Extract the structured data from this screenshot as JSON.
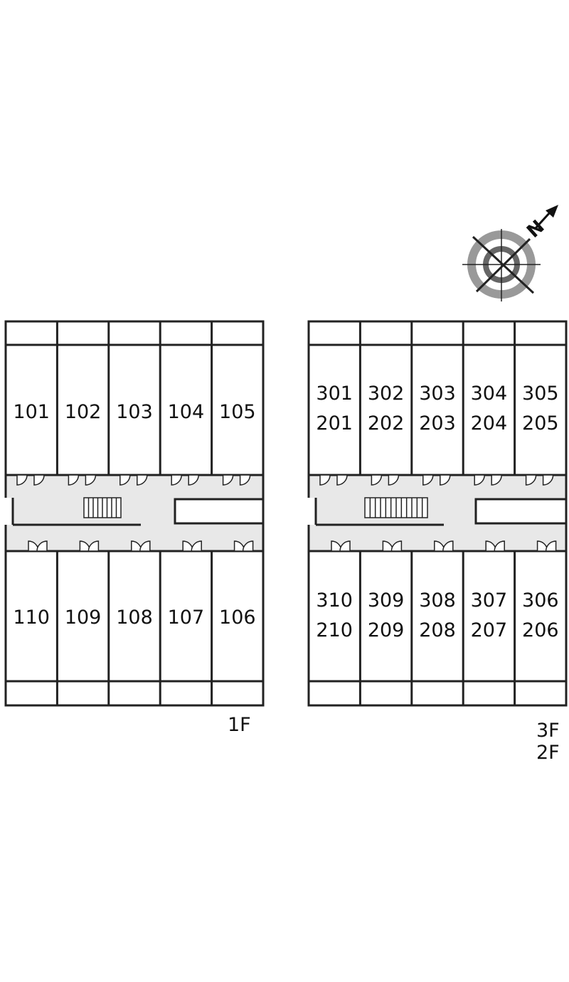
{
  "buildings": [
    {
      "id": "left",
      "floor_label": "1F",
      "top_rooms": [
        "101",
        "102",
        "103",
        "104",
        "105"
      ],
      "bottom_rooms": [
        "110",
        "109",
        "108",
        "107",
        "106"
      ]
    },
    {
      "id": "right",
      "floor_label_upper": "3F",
      "floor_label_lower": "2F",
      "top_rooms": [
        [
          "301",
          "201"
        ],
        [
          "302",
          "202"
        ],
        [
          "303",
          "203"
        ],
        [
          "304",
          "204"
        ],
        [
          "305",
          "205"
        ]
      ],
      "bottom_rooms": [
        [
          "310",
          "210"
        ],
        [
          "309",
          "209"
        ],
        [
          "308",
          "208"
        ],
        [
          "307",
          "207"
        ],
        [
          "306",
          "206"
        ]
      ]
    }
  ],
  "compass": {
    "north_label": "N",
    "icon": "north-compass-icon"
  },
  "colors": {
    "corridor": "#e8e8e8",
    "wall": "#222222",
    "compass_ring": "#888888"
  }
}
